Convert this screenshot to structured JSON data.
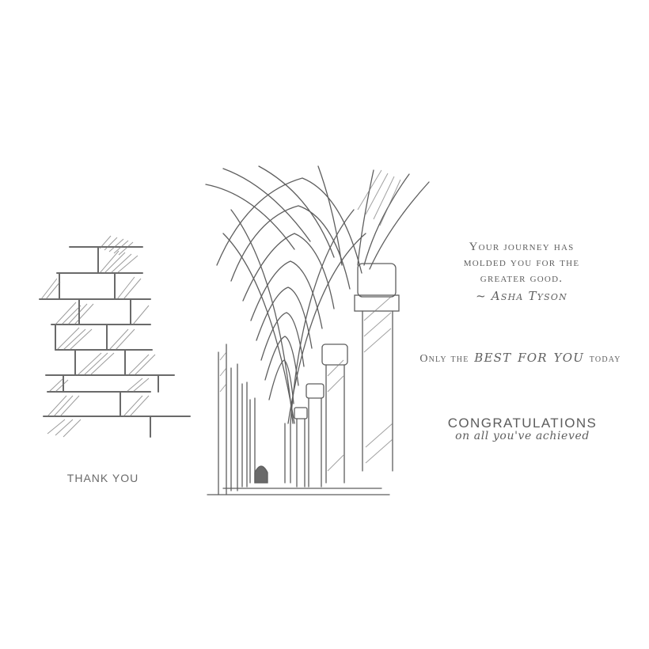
{
  "colors": {
    "ink": "#5f5f5f",
    "background": "#ffffff"
  },
  "icons": [
    "brick-wall-sketch-icon",
    "cathedral-arcade-sketch-icon"
  ],
  "thank_you": "THANK YOU",
  "quote": {
    "lines": [
      "Your journey has",
      "molded you for the",
      "greater good."
    ],
    "author": "~ Asha Tyson"
  },
  "best": {
    "pre": "Only the",
    "script": "best for you",
    "post": "today"
  },
  "congratulations": {
    "title": "CONGRATULATIONS",
    "subtitle": "on all you've achieved"
  }
}
